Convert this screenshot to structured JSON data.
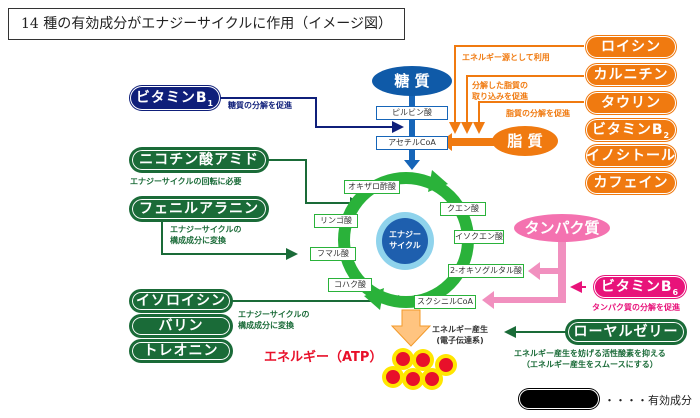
{
  "title": "14 種の有効成分がエナジーサイクルに作用（イメージ図）",
  "sources": {
    "sugar": "糖 質",
    "fat": "脂 質",
    "protein": "タンパク質"
  },
  "sugar_path": [
    "ピルビン酸",
    "アセチルCoA"
  ],
  "cycle": {
    "center_label": [
      "エナジー",
      "サイクル"
    ],
    "steps": [
      "オキザロ酢酸",
      "クエン酸",
      "イソクエン酸",
      "2-オキソグルタル酸",
      "スクシニルCoA",
      "コハク酸",
      "フマル酸",
      "リンゴ酸"
    ]
  },
  "ingredients": {
    "vitamin_b1": {
      "label": "ビタミンB",
      "sub": "1",
      "note": "糖質の分解を促進"
    },
    "nicotinamide": {
      "label": "ニコチン酸アミド",
      "note": "エナジーサイクルの回転に必要"
    },
    "phenylalanine": {
      "label": "フェニルアラニン",
      "note": [
        "エナジーサイクルの",
        "構成成分に変換"
      ]
    },
    "isoleucine": {
      "label": "イソロイシン"
    },
    "valine": {
      "label": "バリン"
    },
    "threonine": {
      "label": "トレオニン"
    },
    "bcaa_note": [
      "エナジーサイクルの",
      "構成成分に変換"
    ],
    "leucine": {
      "label": "ロイシン",
      "note": "エネルギー源として利用"
    },
    "carnitine": {
      "label": "カルニチン",
      "note": [
        "分解した脂質の",
        "取り込みを促進"
      ]
    },
    "taurine": {
      "label": "タウリン",
      "note": "脂質の分解を促進"
    },
    "vitamin_b2": {
      "label": "ビタミンB",
      "sub": "2"
    },
    "inositol": {
      "label": "イノシトール"
    },
    "caffeine": {
      "label": "カフェイン"
    },
    "vitamin_b6": {
      "label": "ビタミンB",
      "sub": "6",
      "note": "タンパク質の分解を促進"
    },
    "royal_jelly": {
      "label": "ローヤルゼリー",
      "note": [
        "エネルギー産生を妨げる活性酸素を抑える",
        "（エネルギー産生をスムースにする）"
      ]
    }
  },
  "energy": {
    "production": [
      "エネルギー産生",
      "(電子伝達系)"
    ],
    "atp_label": "エネルギー（ATP）"
  },
  "legend": {
    "label": "・・・・有効成分"
  },
  "colors": {
    "green": "#1a6b38",
    "navy": "#0f1f7a",
    "orange": "#f07a10",
    "pink": "#e8137a",
    "sugar_blue": "#1665b8",
    "cycle_green": "#2ab23a",
    "atp_red": "#e8102a"
  }
}
